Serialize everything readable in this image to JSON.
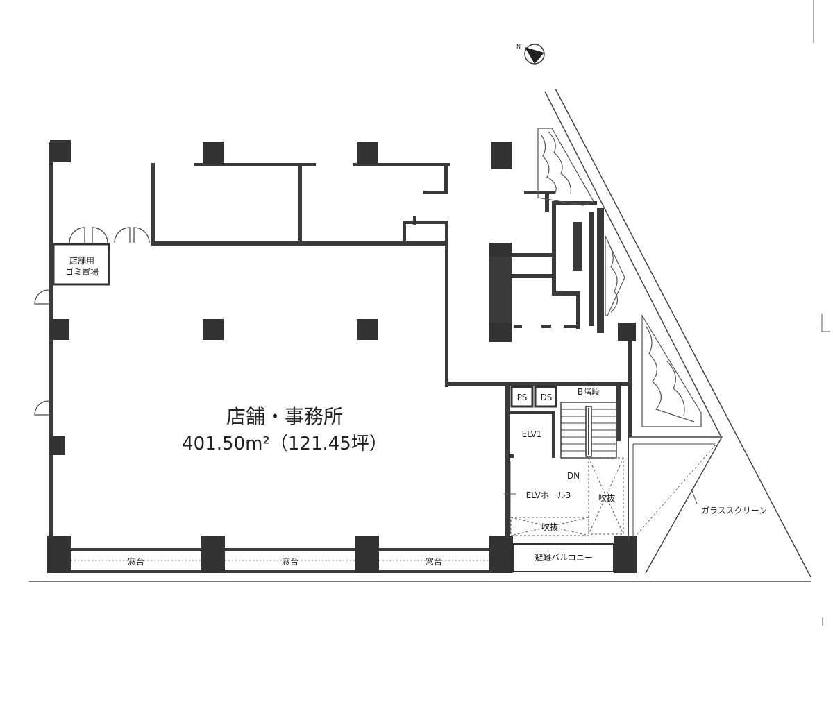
{
  "labels": {
    "main_room": "店舗・事務所",
    "main_area": "401.50m²（121.45坪）",
    "trash_line1": "店舗用",
    "trash_line2": "ゴミ置場",
    "ps": "PS",
    "ds": "DS",
    "stairs": "B階段",
    "elv1": "ELV1",
    "dn": "DN",
    "elv_hall": "ELVホール3",
    "void_right": "吹抜",
    "void_bottom": "吹抜",
    "window_sill": "窓台",
    "evac_balcony": "避難バルコニー",
    "glass_screen": "ガラススクリーン",
    "north_mark": "N"
  },
  "colors": {
    "wall": "#3a3a3a",
    "column": "#333333",
    "line": "#444444",
    "paper": "#ffffff"
  }
}
